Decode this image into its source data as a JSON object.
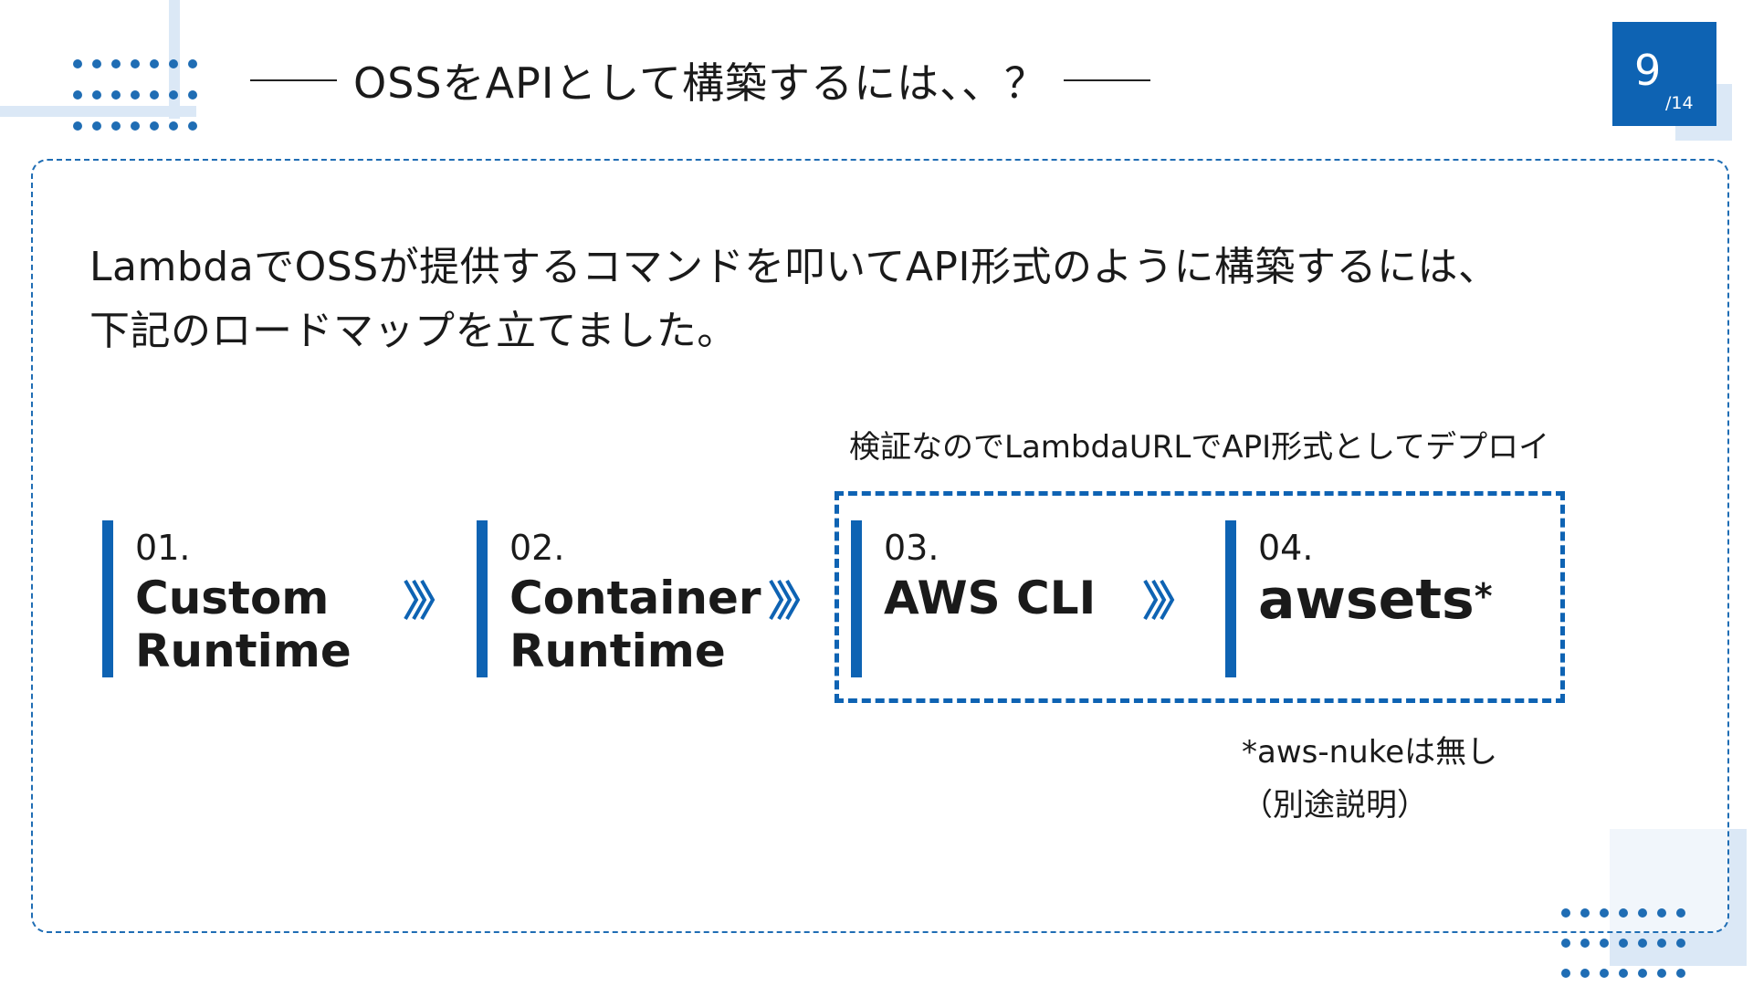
{
  "header": {
    "title": "OSSをAPIとして構築するには、、？"
  },
  "page": {
    "current": "9",
    "total": "/14"
  },
  "intro": {
    "line1": "LambdaでOSSが提供するコマンドを叩いてAPI形式のように構築するには、",
    "line2": "下記のロードマップを立てました。"
  },
  "group_note": "検証なのでLambdaURLでAPI形式としてデプロイ",
  "steps": [
    {
      "num": "01.",
      "title_line1": "Custom",
      "title_line2": "Runtime"
    },
    {
      "num": "02.",
      "title_line1": "Container",
      "title_line2": "Runtime"
    },
    {
      "num": "03.",
      "title_line1": "AWS CLI"
    },
    {
      "num": "04.",
      "title_line1": "awsets",
      "title_mark": "*"
    }
  ],
  "footnote": {
    "line1": "*aws-nukeは無し",
    "line2": "（別途説明）"
  },
  "colors": {
    "accent": "#0e63b3",
    "light_accent": "#dbe8f6",
    "text": "#1a1a1a"
  },
  "icons": {
    "arrow": "double-chevron-right-icon"
  }
}
